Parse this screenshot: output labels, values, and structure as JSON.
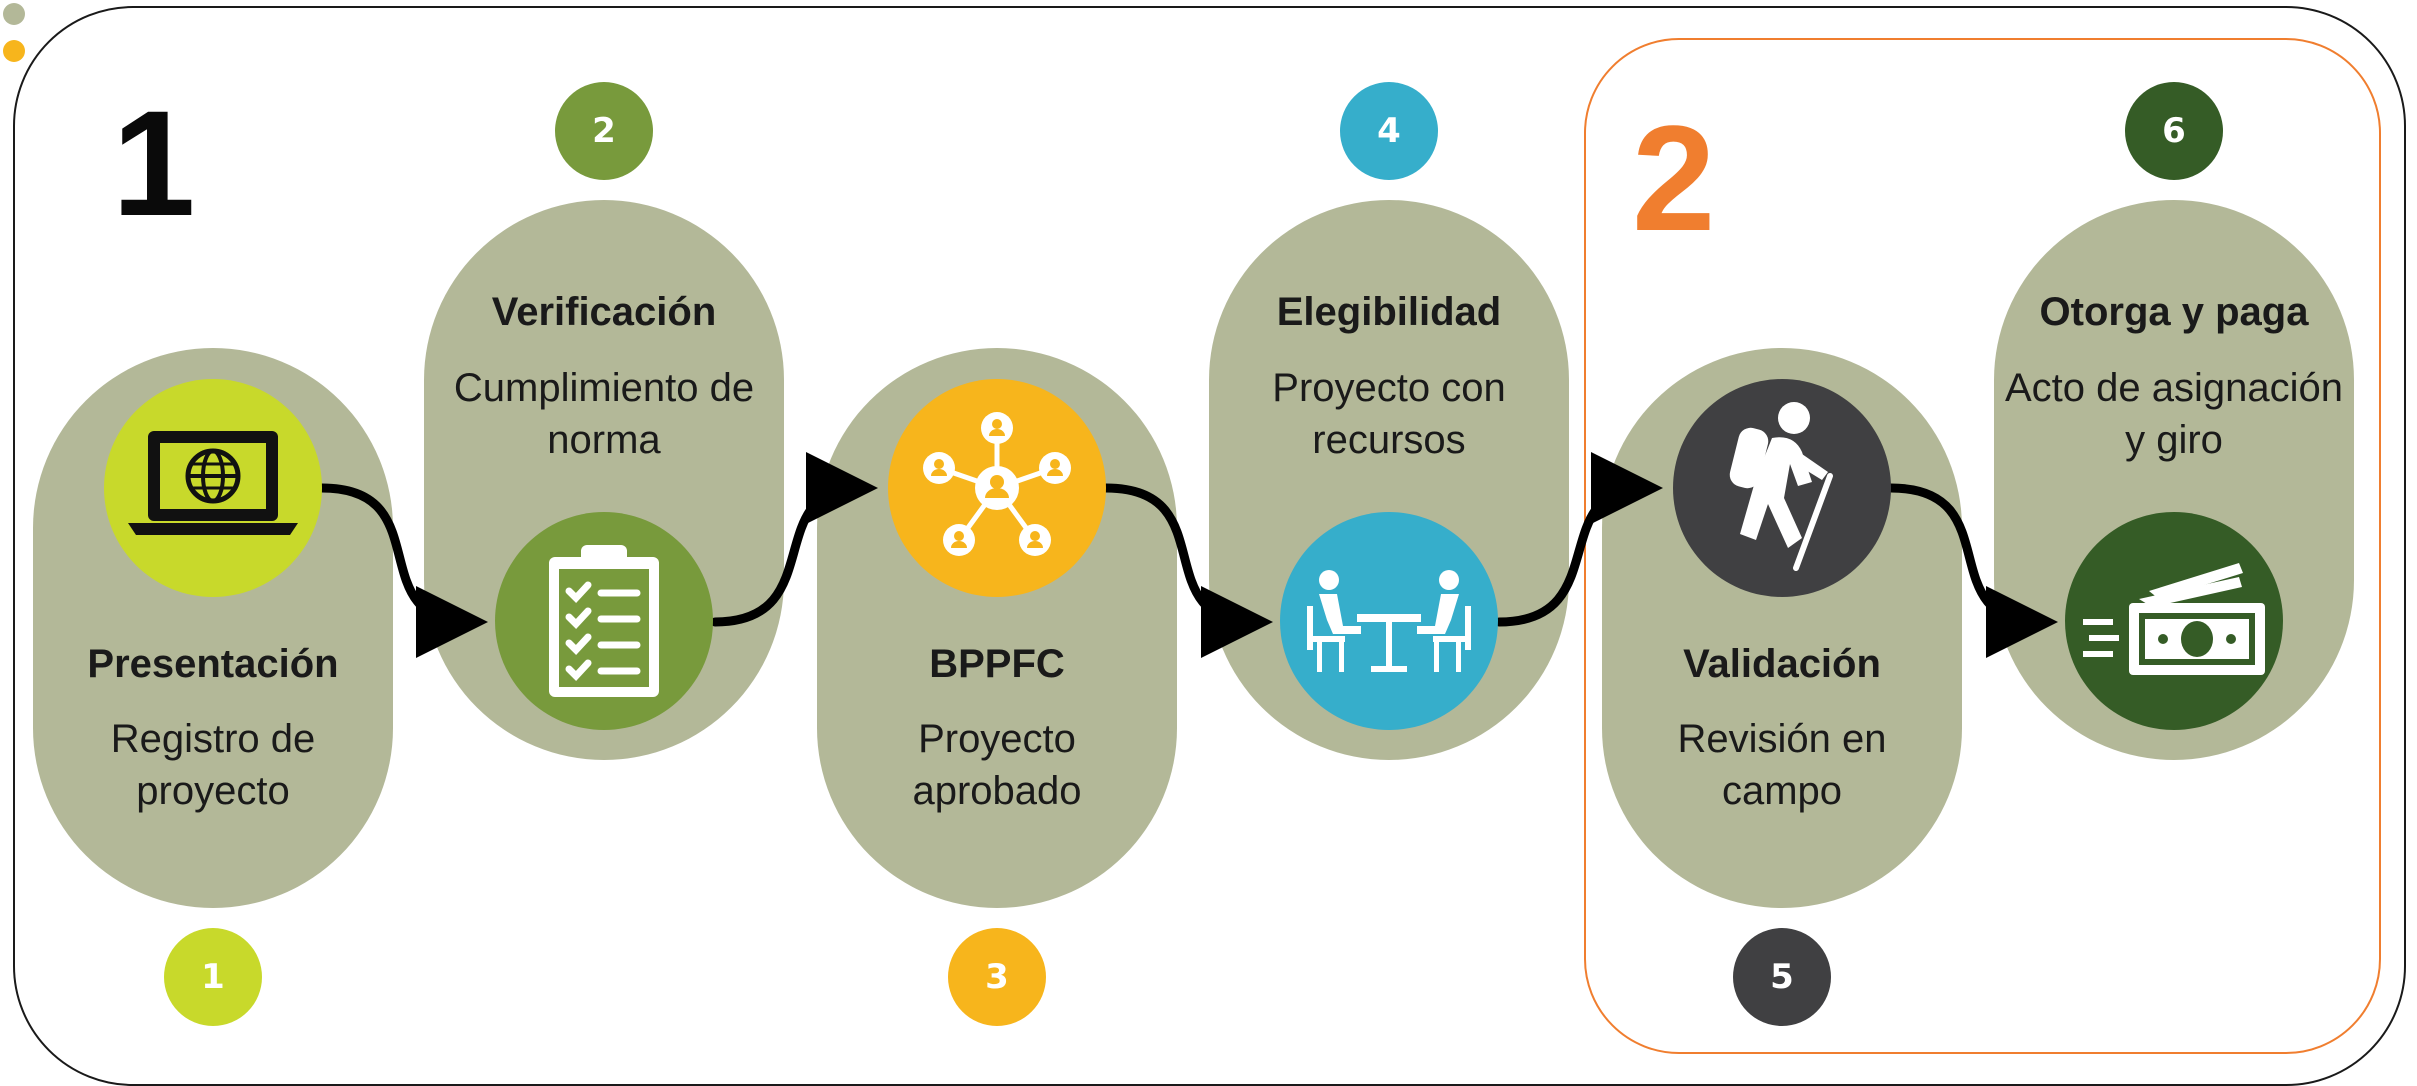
{
  "phases": [
    {
      "number": "1",
      "color": "#0a0a0a"
    },
    {
      "number": "2",
      "color": "#f07e2f"
    }
  ],
  "corner_dots": [
    "#b3b898",
    "#f7b51c"
  ],
  "pill_color": "#b3b898",
  "steps": [
    {
      "number": "1",
      "title": "Presentación",
      "description": "Registro de proyecto",
      "icon": "laptop-globe-icon",
      "color": "#c8d92b"
    },
    {
      "number": "2",
      "title": "Verificación",
      "description": "Cumplimiento de norma",
      "icon": "clipboard-checklist-icon",
      "color": "#789a3c"
    },
    {
      "number": "3",
      "title": "BPPFC",
      "description": "Proyecto aprobado",
      "icon": "network-people-icon",
      "color": "#f7b51c"
    },
    {
      "number": "4",
      "title": "Elegibilidad",
      "description": "Proyecto con recursos",
      "icon": "meeting-table-icon",
      "color": "#36aecb"
    },
    {
      "number": "5",
      "title": "Validación",
      "description": "Revisión en campo",
      "icon": "hiker-icon",
      "color": "#404042"
    },
    {
      "number": "6",
      "title": "Otorga y paga",
      "description": "Acto de asignación y giro",
      "icon": "money-icon",
      "color": "#355c26"
    }
  ]
}
